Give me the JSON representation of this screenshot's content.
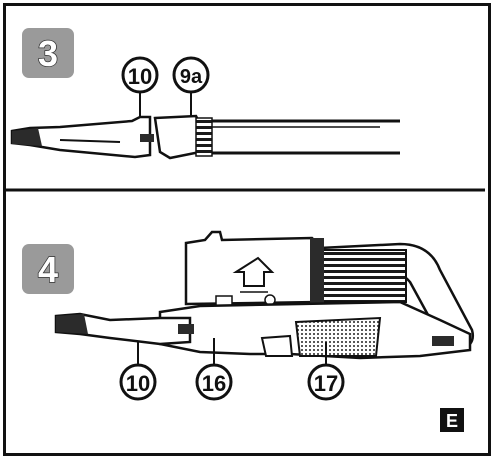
{
  "steps": [
    {
      "number": "3"
    },
    {
      "number": "4"
    }
  ],
  "callouts": {
    "step3": [
      "10",
      "9a"
    ],
    "step4": [
      "10",
      "16",
      "17"
    ]
  },
  "figure_label": "E",
  "colors": {
    "badge_gray": "#9a9a9a",
    "outline": "#111111",
    "fill_light": "#ffffff",
    "fill_dark": "#2b2b2b"
  }
}
